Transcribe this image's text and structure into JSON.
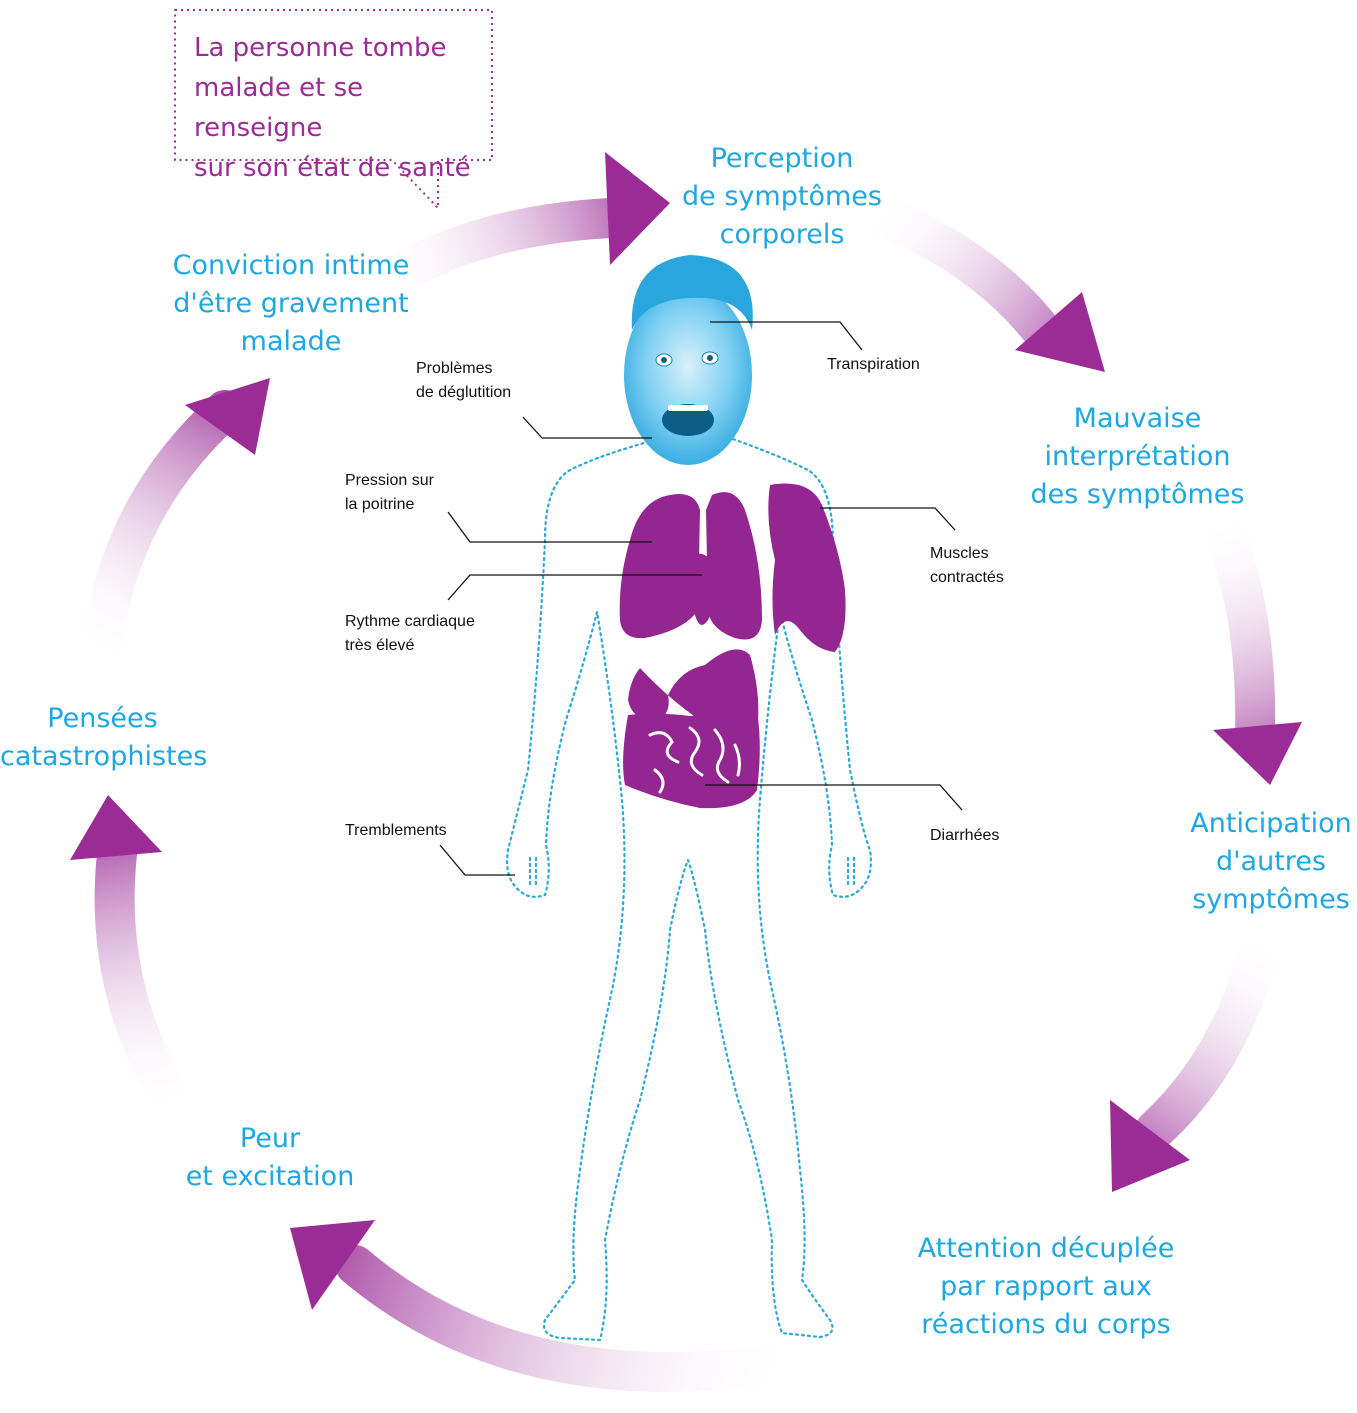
{
  "callout": {
    "text": "La personne tombe\nmalade et se renseigne\nsur son état de santé"
  },
  "cycle": {
    "steps": [
      "Perception\nde symptômes\ncorporels",
      "Mauvaise\ninterprétation\ndes symptômes",
      "Anticipation\nd'autres\nsymptômes",
      "Attention décuplée\npar rapport aux\nréactions du corps",
      "Peur\net excitation",
      "Pensées\ncatastrophistes",
      "Conviction intime\nd'être gravement\nmalade"
    ]
  },
  "body_labels": {
    "transpiration": "Transpiration",
    "deglutition": "Problèmes\nde déglutition",
    "poitrine": "Pression sur\nla poitrine",
    "rythme": "Rythme cardiaque\ntrès élevé",
    "muscles": "Muscles\ncontractés",
    "tremblements": "Tremblements",
    "diarrhees": "Diarrhées"
  },
  "colors": {
    "stage_text": "#1ea7e1",
    "arrow": "#9b2c96",
    "organs": "#932691",
    "outline": "#2ba8d8",
    "callout": "#9b2c96"
  }
}
